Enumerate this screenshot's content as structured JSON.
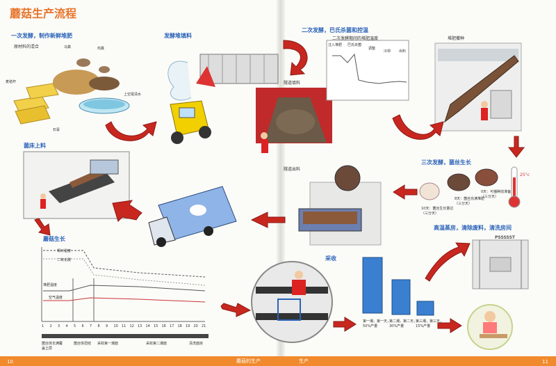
{
  "title": "蘑菇生产流程",
  "steps": {
    "s1": "一次发酵，制作新鲜堆肥",
    "s2": "发酵堆填料",
    "s3": "二次发酵，巴氏杀菌和控温",
    "s4": "三次发酵，菌丝生长",
    "s5": "菌床上料",
    "s6": "蘑菇生长",
    "s7": "采收",
    "s8": "高温蒸房，清除废料，清洗房间"
  },
  "labels": {
    "mix": "原材料的混合",
    "straw_bale": "麦秸杆",
    "water": "上空需清水",
    "hay": "马粪",
    "chicken": "鸡粪",
    "gypsum": "石膏",
    "tunnel_fill": "隧道填料",
    "temp_chart": "二次发酵期间的堆肥温度",
    "spread": "堆肥撒种",
    "tunnel_out": "隧道出料",
    "spawn_day1": "10天：菌丝生长量达（三分天）",
    "spawn_day2": "8天：菌丝充满堆肥（三分天）",
    "spawn_day3": "0天：可播种前准备（三分天）",
    "harvest_1": "第一潮，第一天，50%产量",
    "harvest_2": "第二潮，第二天，30%产量",
    "harvest_3": "第三潮，第三天，15%产量",
    "steam": "PSSSSST",
    "temp_icon": "25°c",
    "g_air": "空气温度",
    "g_compost": "堆肥温度",
    "g_humid": "相对湿度",
    "g_co2": "二氧化碳",
    "g_p1": "菌丝体长满覆盖土层",
    "g_p2": "菌丝体扭结",
    "g_p3": "采收第一潮菇",
    "g_p4": "采收第二潮菇",
    "g_p5": "清洗菇房",
    "chart_t1": "注入堆肥",
    "chart_t2": "巴氏杀菌",
    "chart_t3": "调整",
    "chart_t4": "冷却",
    "chart_t5": "出料"
  },
  "footer": {
    "page_left": "10",
    "page_center_left": "蘑菇的生产",
    "page_center_right": "生产",
    "page_right": "11"
  },
  "days": [
    "1",
    "2",
    "3",
    "4",
    "5",
    "6",
    "7",
    "8",
    "9",
    "10",
    "11",
    "12",
    "13",
    "14",
    "15",
    "16",
    "17",
    "18",
    "19",
    "20",
    "21"
  ],
  "colors": {
    "orange": "#e8742a",
    "blue": "#2a63b8",
    "red_arrow": "#c8271f",
    "crate_blue": "#3a7fd0"
  }
}
